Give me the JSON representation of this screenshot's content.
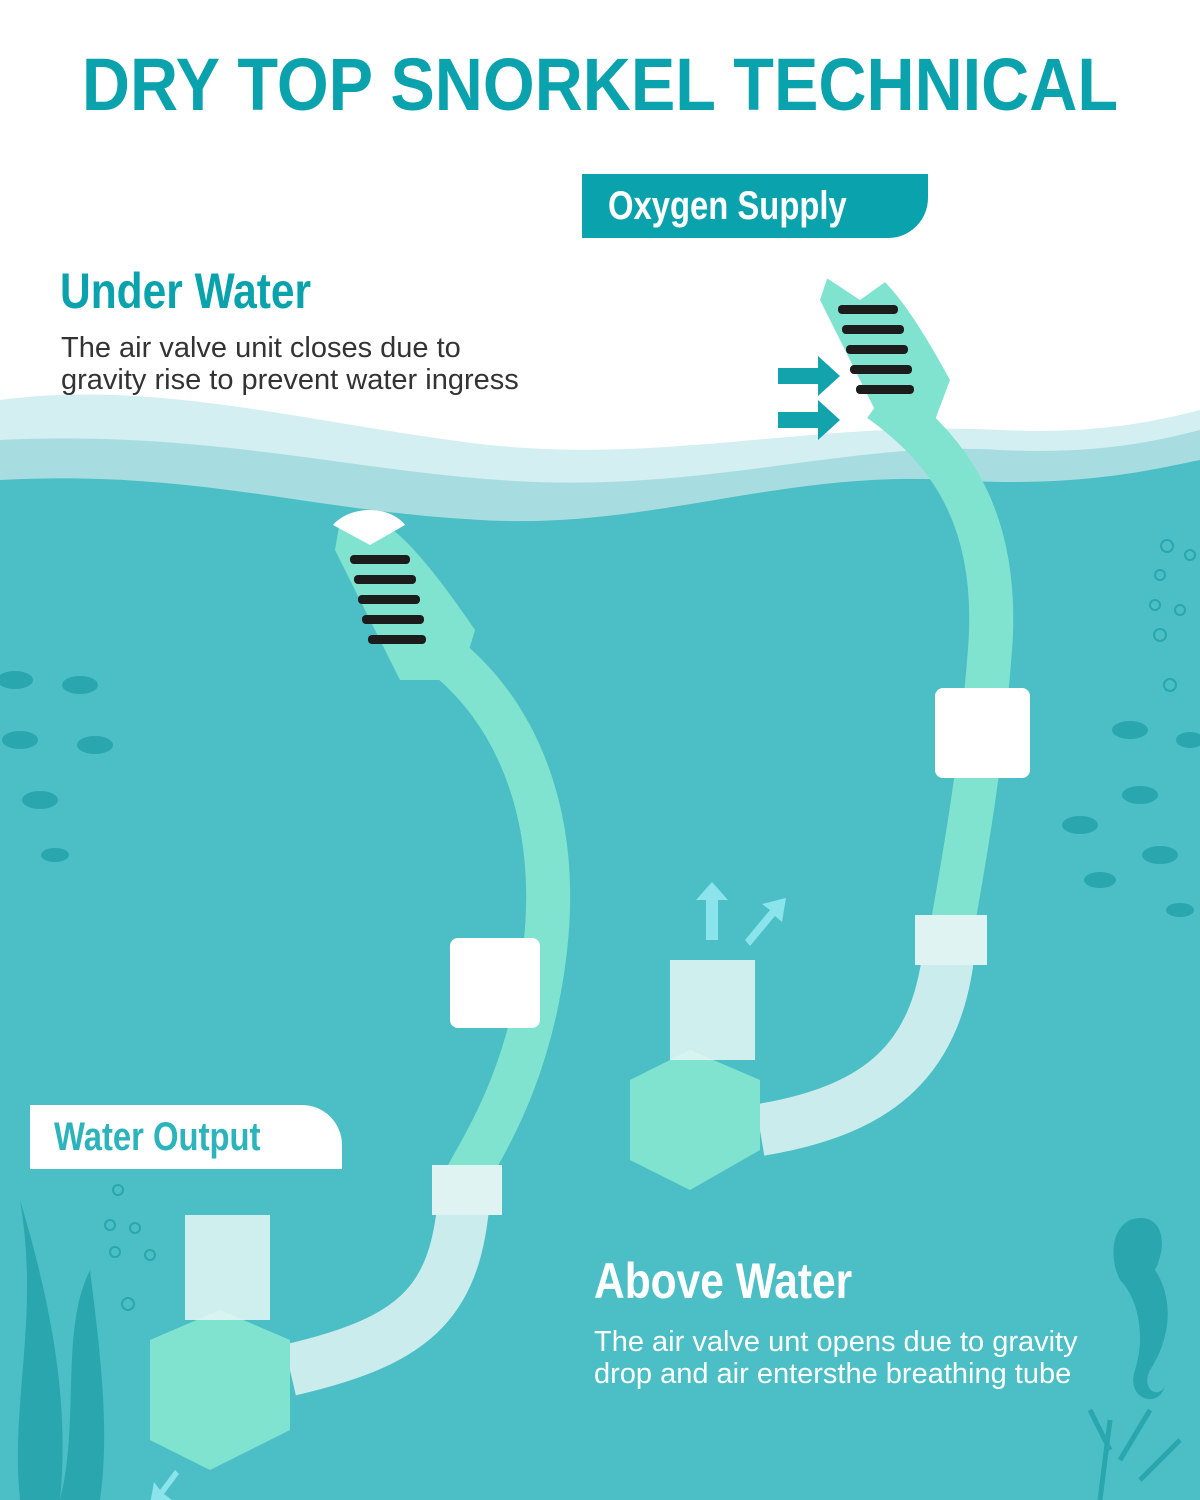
{
  "title": "DRY TOP SNORKEL TECHNICAL",
  "oxygen_tag": "Oxygen Supply",
  "water_output_tag": "Water Output",
  "under_water": {
    "heading": "Under Water",
    "line1": "The air valve unit closes due to",
    "line2": "gravity rise to prevent water ingress"
  },
  "above_water": {
    "heading": "Above Water",
    "line1": "The air valve unt opens due to gravity",
    "line2": "drop and air entersthe breathing tube"
  },
  "colors": {
    "accent": "#0aa3ad",
    "water": "#4bbfc5",
    "snorkel": "#7fe3cf"
  }
}
